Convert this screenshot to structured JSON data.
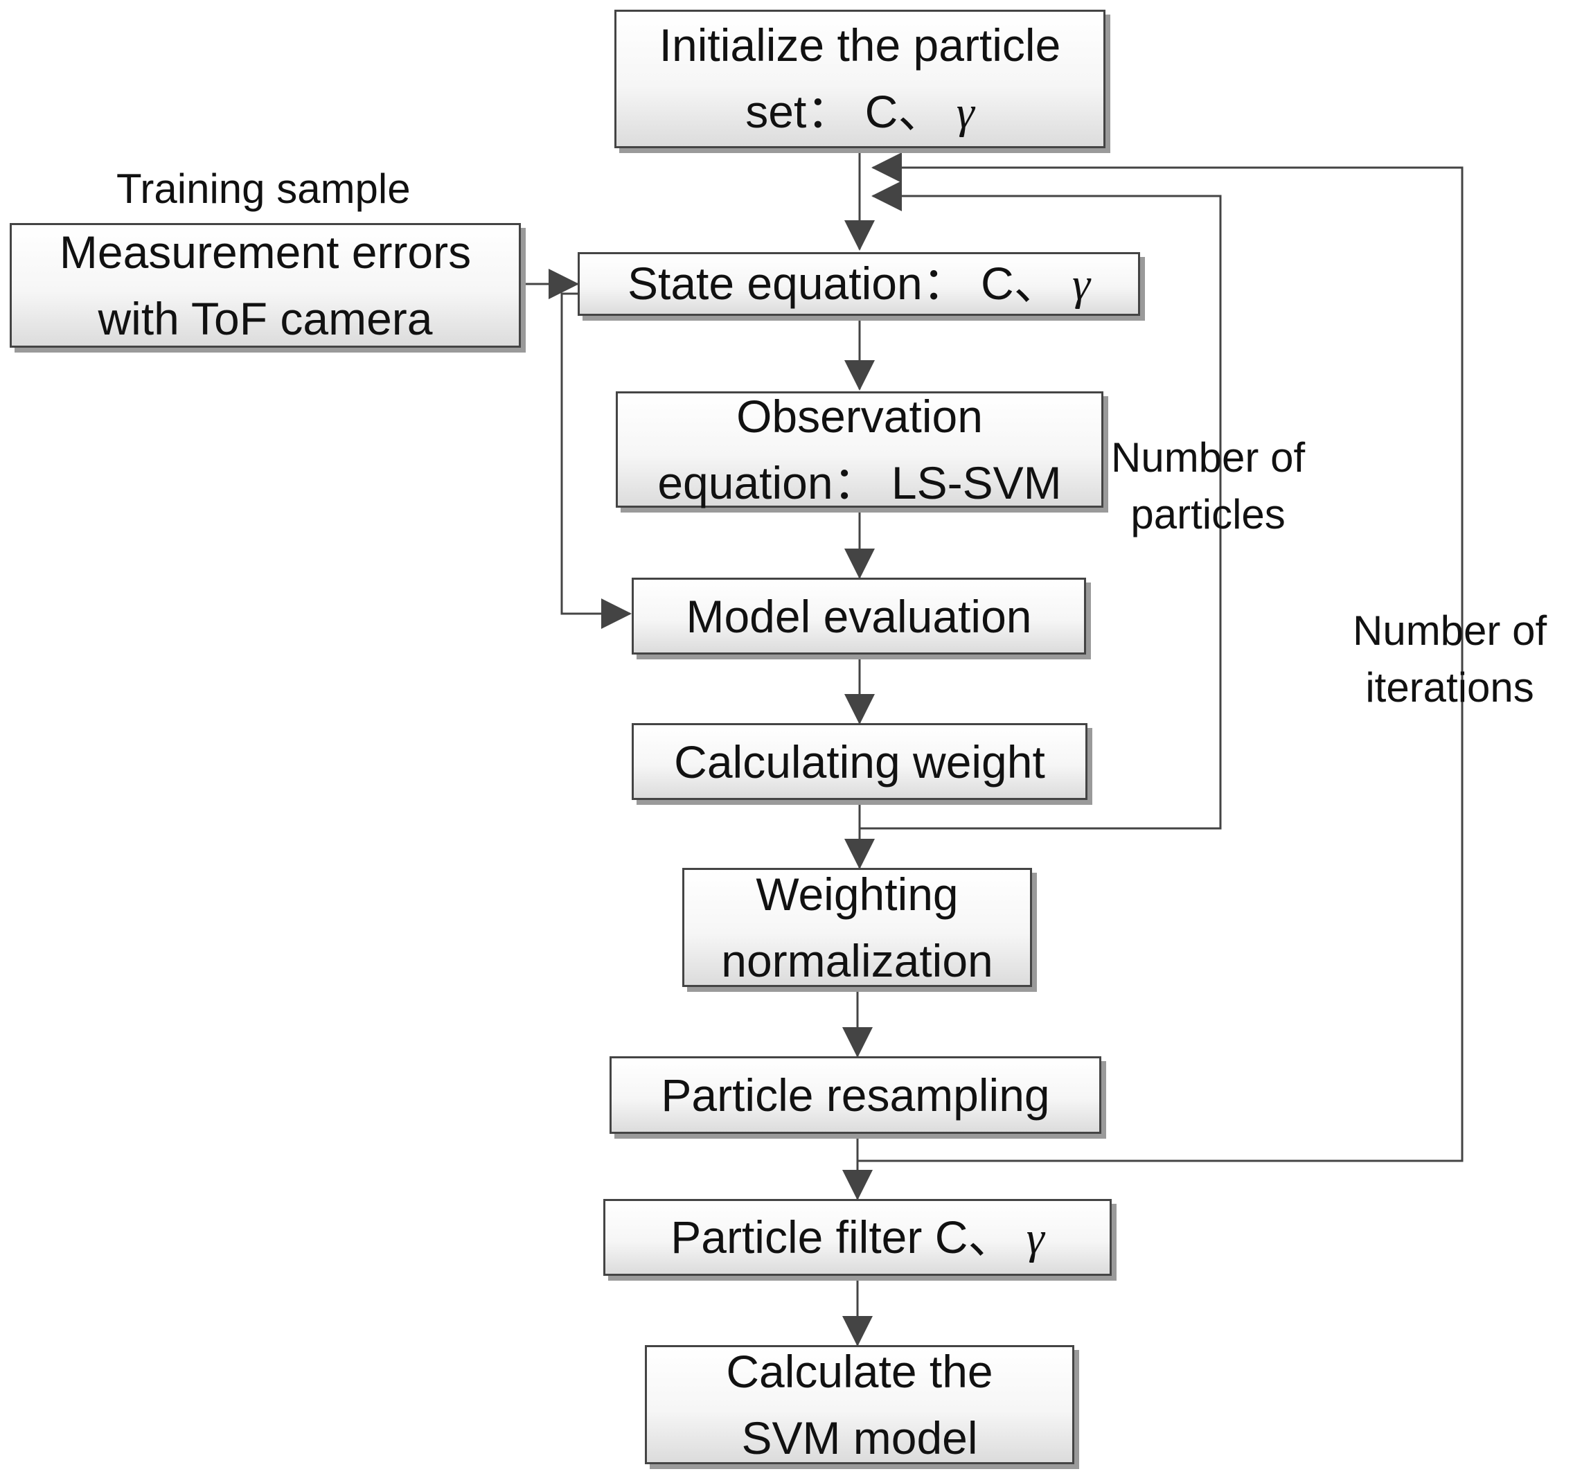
{
  "nodes": {
    "init": {
      "lines": [
        "Initialize the particle",
        "set： C、 γ"
      ]
    },
    "measure": {
      "lines": [
        "Measurement errors",
        "with ToF camera"
      ]
    },
    "state": {
      "lines": [
        "State equation： C、 γ"
      ]
    },
    "observe": {
      "lines": [
        "Observation",
        "equation： LS-SVM"
      ]
    },
    "model_eval": {
      "lines": [
        "Model evaluation"
      ]
    },
    "calc_weight": {
      "lines": [
        "Calculating weight"
      ]
    },
    "weight_norm": {
      "lines": [
        "Weighting",
        "normalization"
      ]
    },
    "resample": {
      "lines": [
        "Particle resampling"
      ]
    },
    "pfilter": {
      "lines": [
        "Particle filter C、 γ"
      ]
    },
    "svm": {
      "lines": [
        "Calculate the",
        "SVM model"
      ]
    }
  },
  "labels": {
    "training_sample": "Training sample",
    "num_particles": [
      "Number of",
      "particles"
    ],
    "num_iterations": [
      "Number of",
      "iterations"
    ]
  },
  "colors": {
    "line": "#444444",
    "box_border": "#444444",
    "shadow": "#9a9a9a",
    "text": "#111111"
  }
}
